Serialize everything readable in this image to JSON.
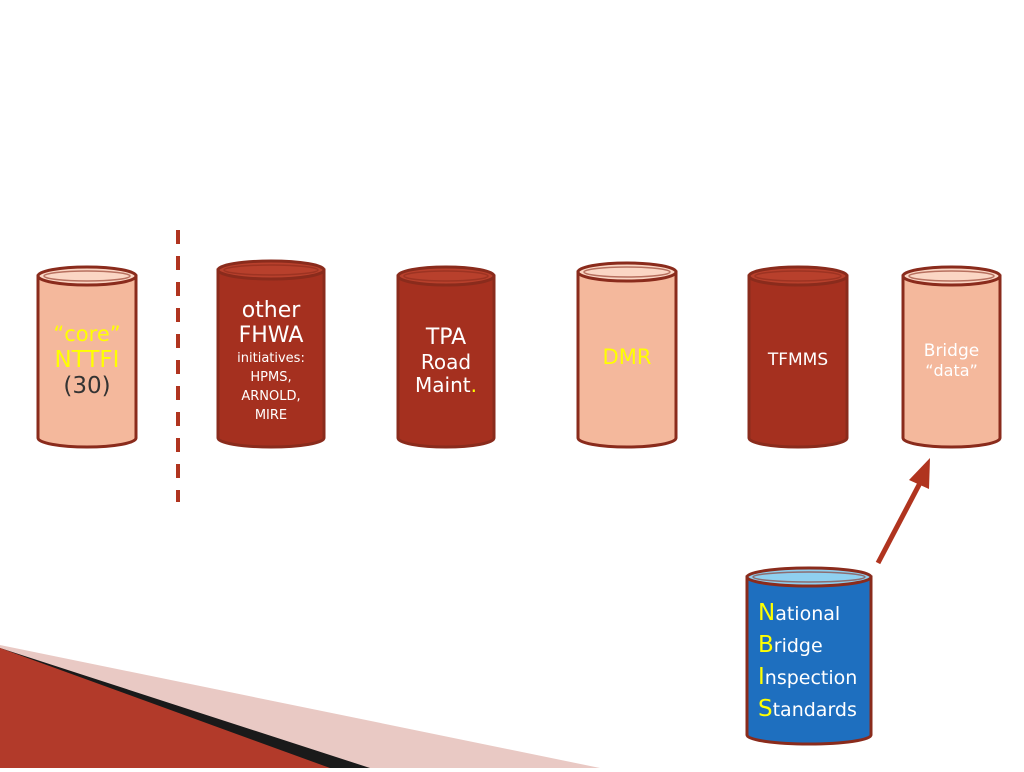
{
  "colors": {
    "light_fill": "#f4b89c",
    "dark_fill": "#a5301f",
    "outline": "#8a2b1c",
    "blue_fill": "#1e6fbf",
    "blue_top": "#8fd0f0",
    "yellow": "#ffff00",
    "divider": "#b0341f",
    "arrow": "#b0341f"
  },
  "cylinders": [
    {
      "id": "core",
      "fill": "light",
      "lines": [
        {
          "text": "“core”",
          "color": "#ffff00",
          "size": 21
        },
        {
          "text": "NTTFI",
          "color": "#ffff00",
          "size": 23
        },
        {
          "text": "(30)",
          "color": "#333333",
          "size": 23
        }
      ]
    },
    {
      "id": "other-fhwa",
      "fill": "dark",
      "lines": [
        {
          "text": "other",
          "color": "#ffffff",
          "size": 22
        },
        {
          "text": "FHWA",
          "color": "#ffffff",
          "size": 22
        },
        {
          "text": "initiatives:",
          "color": "#ffffff",
          "size": 13
        },
        {
          "text": "HPMS,",
          "color": "#ffffff",
          "size": 13
        },
        {
          "text": "ARNOLD,",
          "color": "#ffffff",
          "size": 13
        },
        {
          "text": "MIRE",
          "color": "#ffffff",
          "size": 13
        }
      ]
    },
    {
      "id": "tpa",
      "fill": "dark",
      "lines": [
        {
          "text": "TPA",
          "color": "#ffffff",
          "size": 22
        },
        {
          "text": "Road",
          "color": "#ffffff",
          "size": 20
        },
        {
          "text": "Maint",
          "color": "#ffffff",
          "size": 20,
          "suffix": ".",
          "suffix_color": "#ffff00"
        }
      ]
    },
    {
      "id": "dmr",
      "fill": "light",
      "lines": [
        {
          "text": "DMR",
          "color": "#ffff00",
          "size": 21
        }
      ]
    },
    {
      "id": "tfmms",
      "fill": "dark",
      "lines": [
        {
          "text": "TFMMS",
          "color": "#ffffff",
          "size": 17
        }
      ]
    },
    {
      "id": "bridge",
      "fill": "light",
      "lines": [
        {
          "text": "Bridge",
          "color": "#ffffff",
          "size": 17
        },
        {
          "text": "“data”",
          "color": "#ffffff",
          "size": 16
        }
      ]
    }
  ],
  "nbis": {
    "words": [
      {
        "cap": "N",
        "rest": "ational"
      },
      {
        "cap": "B",
        "rest": "ridge"
      },
      {
        "cap": "I",
        "rest": "nspection"
      },
      {
        "cap": "S",
        "rest": "tandards"
      }
    ]
  }
}
